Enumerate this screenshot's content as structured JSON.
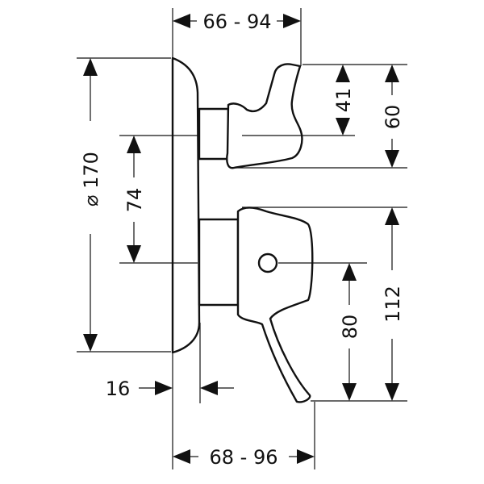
{
  "dimensions": {
    "top_width": "66 - 94",
    "bottom_width": "68 - 96",
    "diameter": "⌀ 170",
    "center_74": "74",
    "handle_41": "41",
    "handle_60": "60",
    "lever_80": "80",
    "lever_112": "112",
    "plate_16": "16"
  }
}
